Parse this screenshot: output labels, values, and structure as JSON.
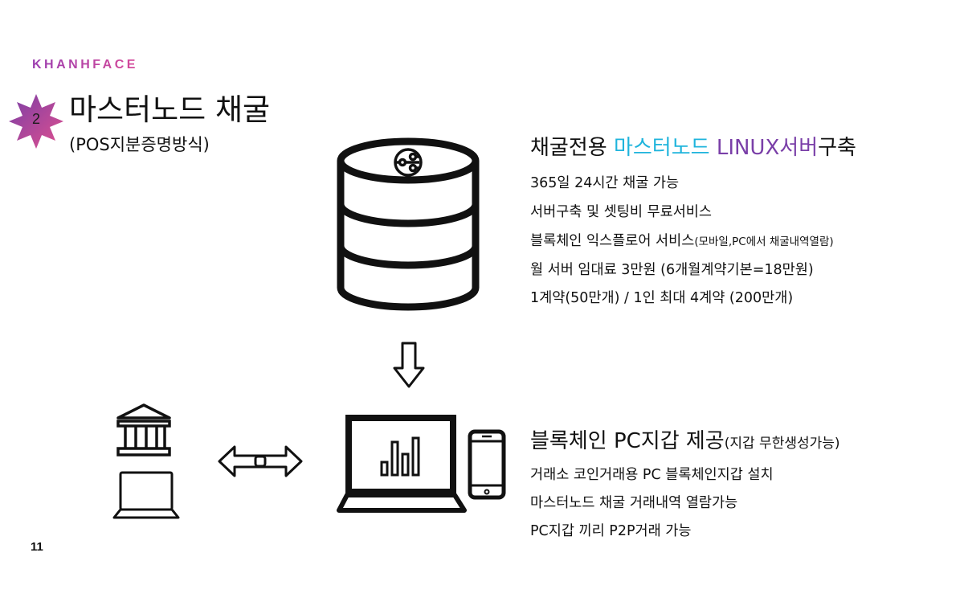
{
  "brand": "KHANHFACE",
  "badge_number": "2",
  "title": "마스터노드 채굴",
  "subtitle": "(POS지분증명방식)",
  "section1": {
    "heading_part1": "채굴전용 ",
    "heading_part2": "마스터노드 ",
    "heading_part3": "LINUX서버",
    "heading_part4": "구축",
    "lines": [
      "365일 24시간 채굴 가능",
      "서버구축 및 셋팅비 무료서비스",
      "블록체인 익스플로어 서비스",
      "월 서버 임대료 3만원 (6개월계약기본=18만원)",
      "1계약(50만개) / 1인 최대 4계약 (200만개)"
    ],
    "line3_note": "(모바일,PC에서 채굴내역열람)"
  },
  "section2": {
    "heading": "블록체인 PC지갑 제공",
    "heading_note": "(지갑 무한생성가능)",
    "lines": [
      "거래소 코인거래용 PC 블록체인지갑 설치",
      "마스터노드 채굴 거래내역 열람가능",
      "PC지갑 끼리 P2P거래 가능"
    ]
  },
  "page_number": "11",
  "colors": {
    "brand_gradient_start": "#9b3fb0",
    "brand_gradient_end": "#d64a9a",
    "highlight_cyan": "#1fb4dc",
    "highlight_purple": "#7a3fa8"
  },
  "icons": [
    "star-badge-icon",
    "server-database-icon",
    "down-arrow-icon",
    "bank-icon",
    "small-laptop-icon",
    "double-arrow-icon",
    "laptop-chart-icon",
    "smartphone-icon"
  ]
}
